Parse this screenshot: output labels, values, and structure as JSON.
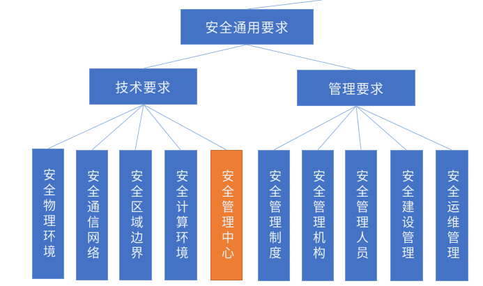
{
  "diagram": {
    "type": "hierarchy",
    "colors": {
      "node_fill": "#4472C4",
      "accent_fill": "#ED7D31",
      "connector": "#8FB4E3",
      "text": "#EAF0FA"
    },
    "root": {
      "label": "安全通用要求"
    },
    "branches": [
      {
        "label": "技术要求",
        "children": [
          {
            "label": "安全物理环境",
            "highlighted": false
          },
          {
            "label": "安全通信网络",
            "highlighted": false
          },
          {
            "label": "安全区域边界",
            "highlighted": false
          },
          {
            "label": "安全计算环境",
            "highlighted": false
          },
          {
            "label": "安全管理中心",
            "highlighted": true
          }
        ]
      },
      {
        "label": "管理要求",
        "children": [
          {
            "label": "安全管理制度",
            "highlighted": false
          },
          {
            "label": "安全管理机构",
            "highlighted": false
          },
          {
            "label": "安全管理人员",
            "highlighted": false
          },
          {
            "label": "安全建设管理",
            "highlighted": false
          },
          {
            "label": "安全运维管理",
            "highlighted": false
          }
        ]
      }
    ]
  }
}
